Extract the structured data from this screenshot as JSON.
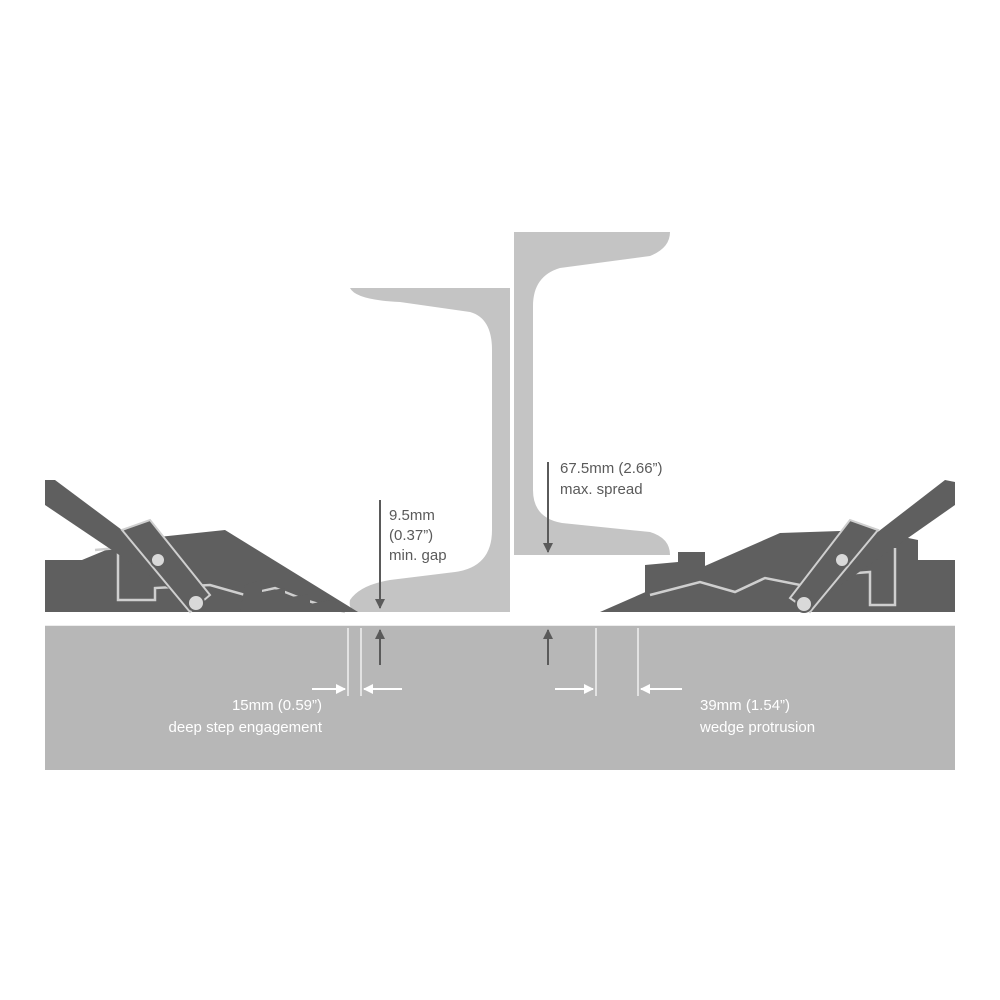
{
  "colors": {
    "background": "#ffffff",
    "base_surface": "#b7b7b7",
    "flange": "#c4c4c4",
    "wedge_body": "#5f5f5f",
    "wedge_detail": "#cfcfcf",
    "dimension_dark": "#5a5a5a",
    "dimension_light": "#ffffff"
  },
  "annotations": {
    "min_gap": {
      "value": "9.5mm",
      "imperial": "(0.37”)",
      "caption": "min. gap"
    },
    "max_spread": {
      "value": "67.5mm (2.66”)",
      "caption": "max. spread"
    },
    "deep_step": {
      "value": "15mm (0.59”)",
      "caption": "deep step engagement"
    },
    "wedge_protrusion": {
      "value": "39mm (1.54”)",
      "caption": "wedge protrusion"
    }
  }
}
